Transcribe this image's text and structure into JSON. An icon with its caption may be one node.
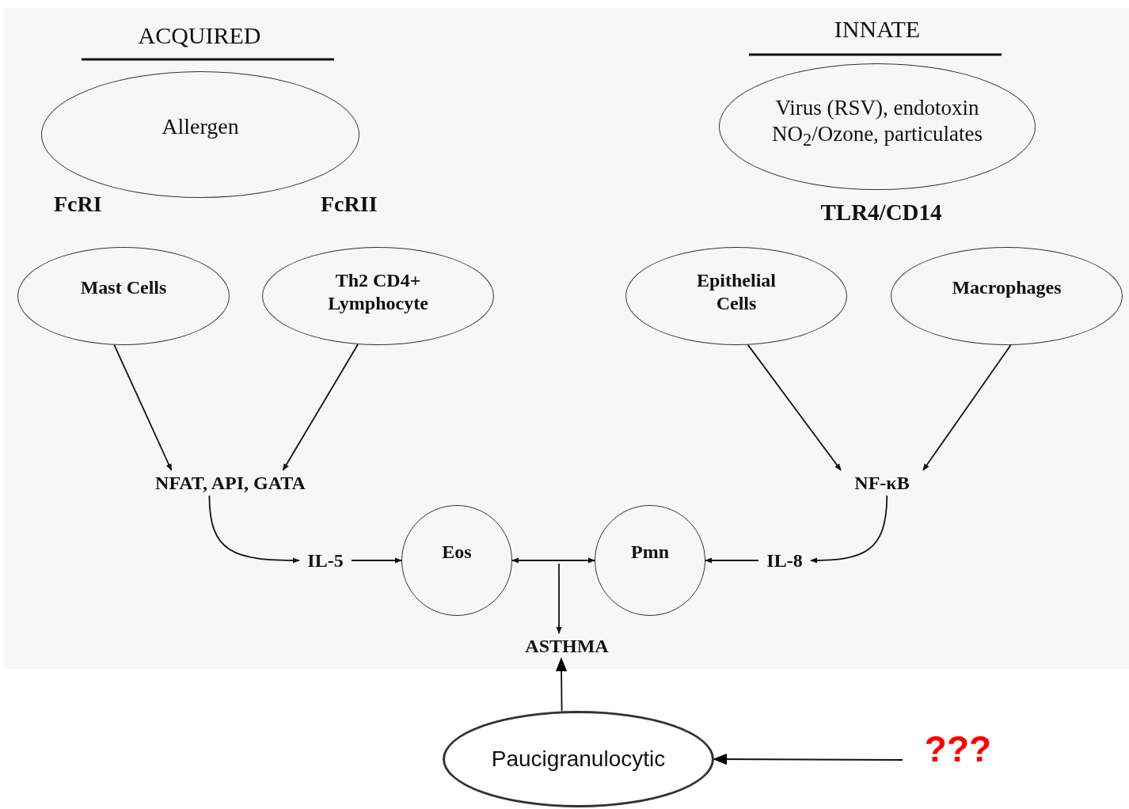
{
  "diagram": {
    "nodes": [
      {
        "text": [
          "Allergen"
        ]
      },
      {
        "text": [
          "Virus (RSV), endotoxin NO$_{2}$/Ozone, particulates"
        ]
      },
      {
        "text": [
          "Mast Cells"
        ]
      },
      {
        "text": [
          "Th2 CD4+ Lymphocyte"
        ]
      },
      {
        "text": [
          "Epithelial Cells"
        ]
      },
      {
        "text": [
          "Macrophages"
        ]
      },
      {
        "text": [
          "NFAT, API, GATA"
        ]
      },
      {
        "text": [
          "NF-κB"
        ]
      },
      {
        "text": [
          "IL-5"
        ]
      },
      {
        "text": [
          "Eos"
        ]
      },
      {
        "text": [
          "Pmn"
        ]
      },
      {
        "text": [
          "IL-8"
        ]
      },
      {
        "text": [
          "ASTHMA"
        ]
      },
      {
        "text": [
          "Paucigranulocytic"
        ]
      },
      {
        "text": [
          "???"
        ]
      }
    ],
    "edges": [
      {
        "from": 2,
        "to": 6,
        "arrow": "to"
      },
      {
        "from": 3,
        "to": 6,
        "arrow": "to"
      },
      {
        "from": 4,
        "to": 7,
        "arrow": "to"
      },
      {
        "from": 5,
        "to": 7,
        "arrow": "to"
      },
      {
        "from": 6,
        "to": 8,
        "arrow": "to"
      },
      {
        "from": 8,
        "to": 9,
        "arrow": "to"
      },
      {
        "from": 7,
        "to": 11,
        "arrow": "to"
      },
      {
        "from": 11,
        "to": 10,
        "arrow": "to"
      },
      {
        "from": 9,
        "to": 10,
        "arrow": "both"
      },
      {
        "from": null,
        "to": 12,
        "arrow": "to"
      },
      {
        "from": 13,
        "to": 12,
        "arrow": "to"
      },
      {
        "from": 14,
        "to": 13,
        "arrow": "to"
      }
    ],
    "labels": [
      "ACQUIRED",
      "INNATE",
      "FcRI",
      "FcRII",
      "TLR4/CD14"
    ]
  }
}
